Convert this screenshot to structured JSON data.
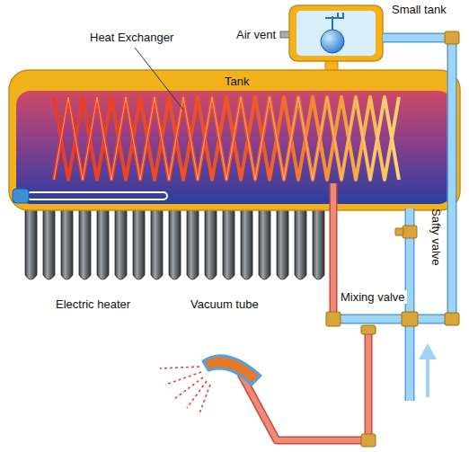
{
  "diagram": {
    "labels": [
      "Air vent",
      "Small tank",
      "Heat Exchanger",
      "Tank",
      "Safty valve",
      "Mixing valve",
      "Electric heater",
      "Vacuum tube"
    ]
  }
}
